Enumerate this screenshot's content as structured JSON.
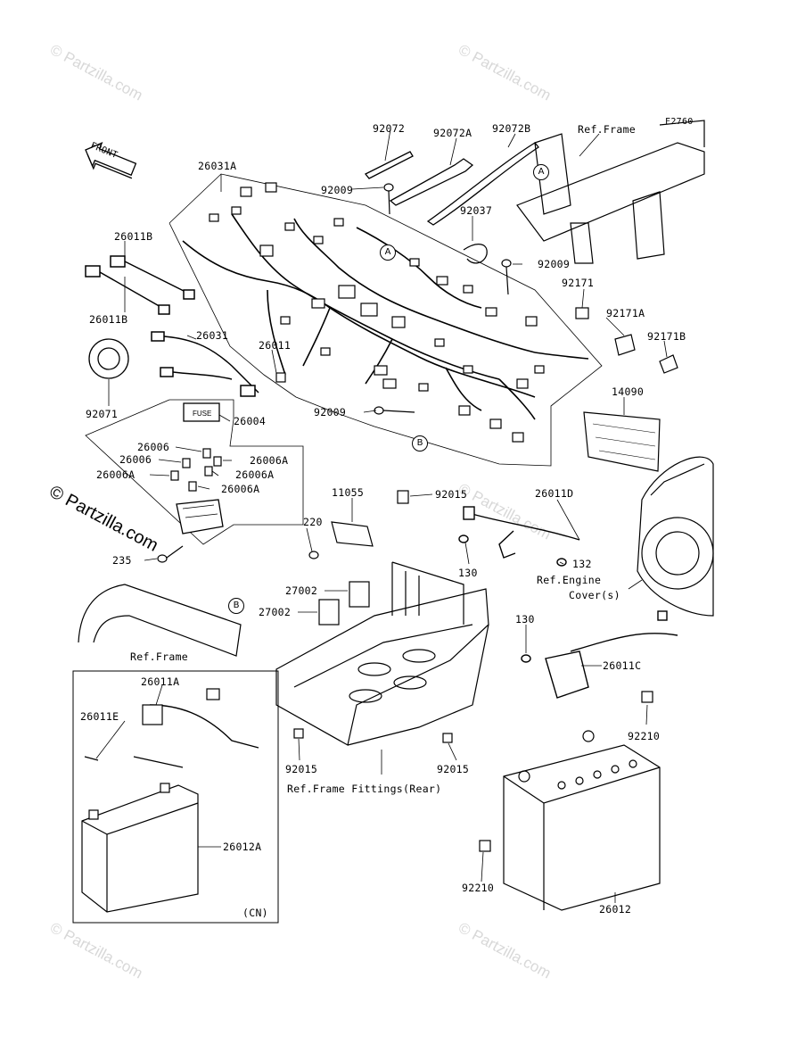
{
  "figure_code": "F2760",
  "front_label": "FRONT",
  "watermark": "© Partzilla.com",
  "refs": {
    "frame_top": "Ref.Frame",
    "frame_mid": "Ref.Frame",
    "engine_cover_1": "Ref.Engine",
    "engine_cover_2": "Cover(s)",
    "frame_fittings": "Ref.Frame Fittings(Rear)",
    "cn": "(CN)"
  },
  "markers": {
    "a1": "A",
    "a2": "A",
    "b1": "B",
    "b2": "B"
  },
  "parts": {
    "p92072": "92072",
    "p92072a": "92072A",
    "p92072b": "92072B",
    "p26031a": "26031A",
    "p92009_1": "92009",
    "p92037": "92037",
    "p92009_2": "92009",
    "p92171": "92171",
    "p92171a": "92171A",
    "p92171b": "92171B",
    "p26011b_1": "26011B",
    "p26011b_2": "26011B",
    "p26031": "26031",
    "p26011": "26011",
    "p92071": "92071",
    "p92009_3": "92009",
    "p14090": "14090",
    "p26004": "26004",
    "p26006_1": "26006",
    "p26006_2": "26006",
    "p26006a_1": "26006A",
    "p26006a_2": "26006A",
    "p26006a_3": "26006A",
    "p26006a_4": "26006A",
    "p11055": "11055",
    "p92015_1": "92015",
    "p26011d": "26011D",
    "p220": "220",
    "p235": "235",
    "p130_1": "130",
    "p132": "132",
    "p27002_1": "27002",
    "p27002_2": "27002",
    "p130_2": "130",
    "p26011c": "26011C",
    "p92210_1": "92210",
    "p26011a": "26011A",
    "p26011e": "26011E",
    "p92015_2": "92015",
    "p92015_3": "92015",
    "p26012a": "26012A",
    "p92210_2": "92210",
    "p26012": "26012"
  }
}
